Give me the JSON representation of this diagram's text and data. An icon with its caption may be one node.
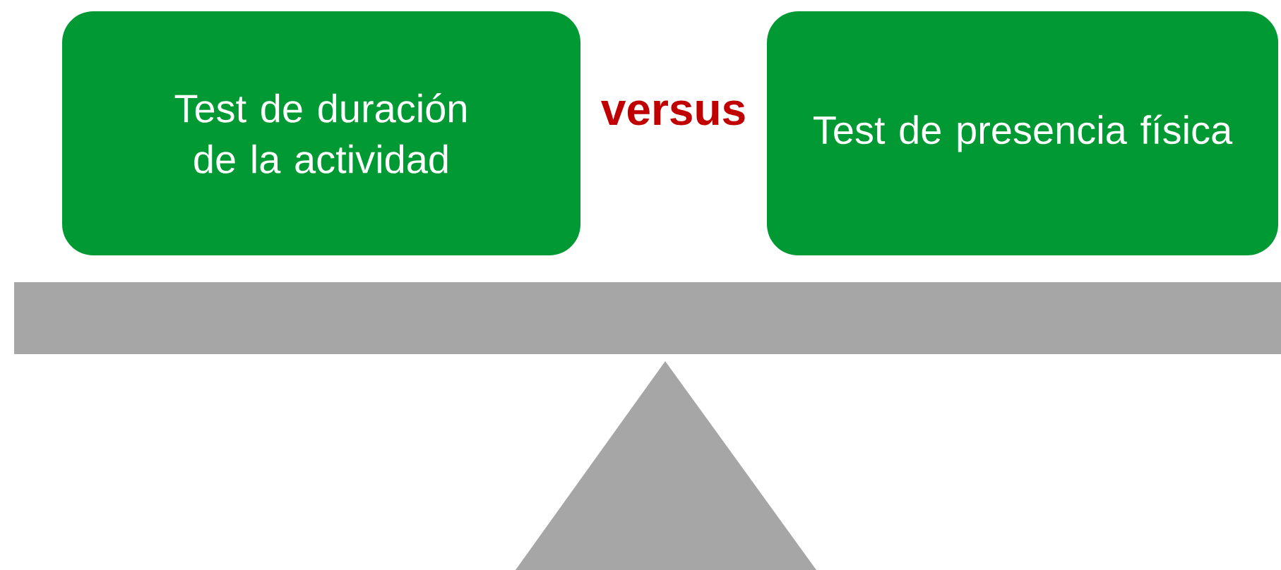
{
  "diagram": {
    "nodes": [
      {
        "text": [
          "Test de duración de la actividad"
        ]
      },
      {
        "text": [
          "Test de presencia física"
        ]
      }
    ],
    "labels": [
      "versus"
    ]
  }
}
